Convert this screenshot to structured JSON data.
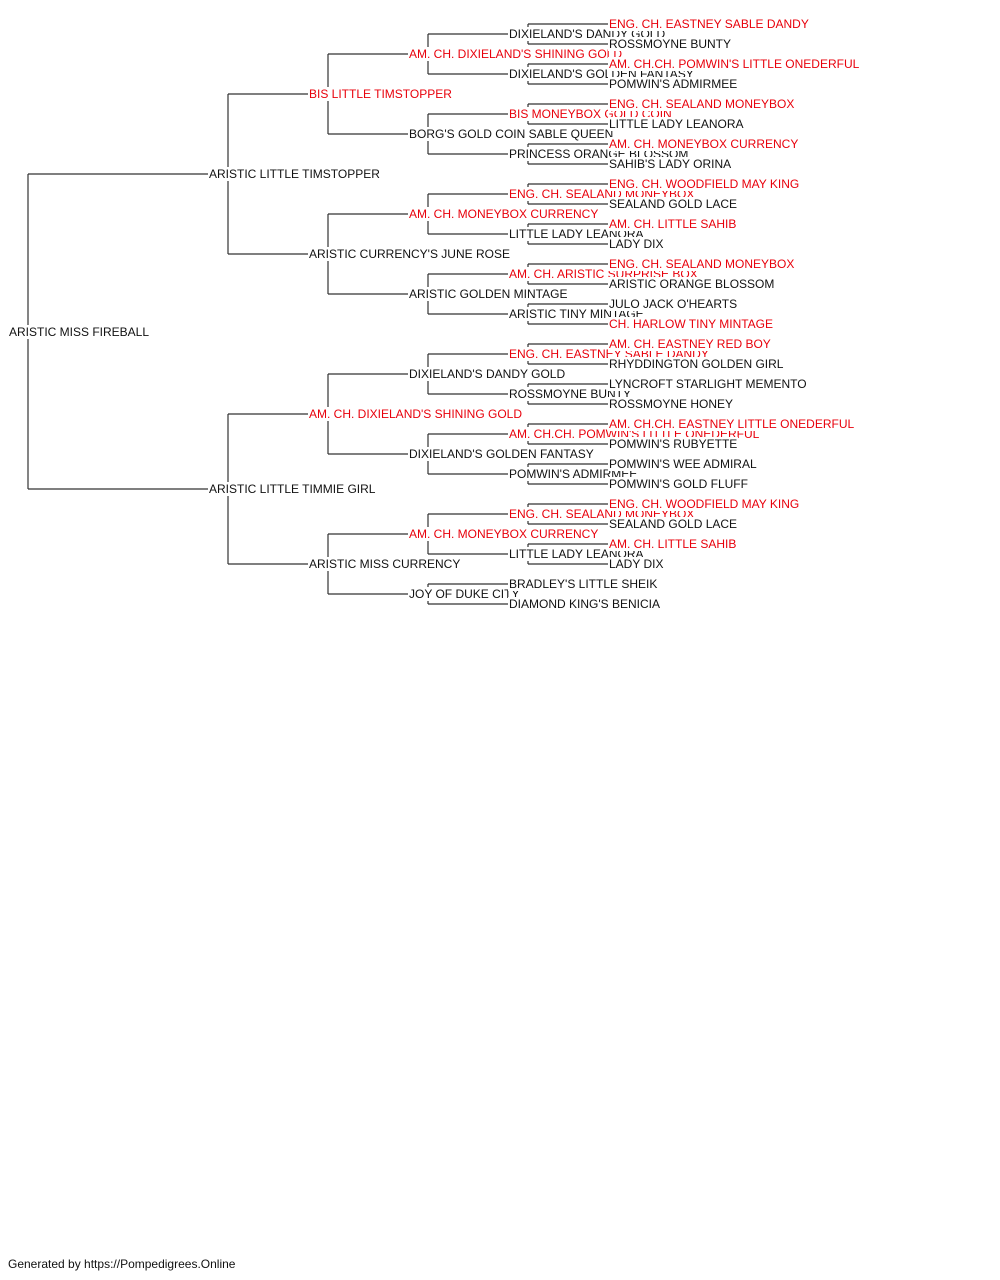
{
  "colors": {
    "champion": "#e8000b",
    "normal": "#111111",
    "line": "#333333"
  },
  "footer": "Generated by https://Pompedigrees.Online",
  "pedigree": {
    "name": "ARISTIC MISS FIREBALL",
    "champion": false,
    "sire": {
      "name": "ARISTIC LITTLE TIMSTOPPER",
      "champion": false,
      "sire": {
        "name": "BIS LITTLE TIMSTOPPER",
        "champion": true,
        "sire": {
          "name": "AM. CH. DIXIELAND'S SHINING GOLD",
          "champion": true,
          "sire": {
            "name": "DIXIELAND'S DANDY GOLD",
            "champion": false,
            "sire": {
              "name": "ENG. CH. EASTNEY SABLE DANDY",
              "champion": true
            },
            "dam": {
              "name": "ROSSMOYNE BUNTY",
              "champion": false
            }
          },
          "dam": {
            "name": "DIXIELAND'S GOLDEN FANTASY",
            "champion": false,
            "sire": {
              "name": "AM. CH.CH. POMWIN'S LITTLE ONEDERFUL",
              "champion": true
            },
            "dam": {
              "name": "POMWIN'S ADMIRMEE",
              "champion": false
            }
          }
        },
        "dam": {
          "name": "BORG'S GOLD COIN SABLE QUEEN",
          "champion": false,
          "sire": {
            "name": "BIS MONEYBOX GOLD COIN",
            "champion": true,
            "sire": {
              "name": "ENG. CH. SEALAND MONEYBOX",
              "champion": true
            },
            "dam": {
              "name": "LITTLE LADY LEANORA",
              "champion": false
            }
          },
          "dam": {
            "name": "PRINCESS ORANGE BLOSSOM",
            "champion": false,
            "sire": {
              "name": "AM. CH. MONEYBOX CURRENCY",
              "champion": true
            },
            "dam": {
              "name": "SAHIB'S LADY ORINA",
              "champion": false
            }
          }
        }
      },
      "dam": {
        "name": "ARISTIC CURRENCY'S JUNE ROSE",
        "champion": false,
        "sire": {
          "name": "AM. CH. MONEYBOX CURRENCY",
          "champion": true,
          "sire": {
            "name": "ENG. CH. SEALAND MONEYBOX",
            "champion": true,
            "sire": {
              "name": "ENG. CH. WOODFIELD MAY KING",
              "champion": true
            },
            "dam": {
              "name": "SEALAND GOLD LACE",
              "champion": false
            }
          },
          "dam": {
            "name": "LITTLE LADY LEANORA",
            "champion": false,
            "sire": {
              "name": "AM. CH. LITTLE SAHIB",
              "champion": true
            },
            "dam": {
              "name": "LADY DIX",
              "champion": false
            }
          }
        },
        "dam": {
          "name": "ARISTIC GOLDEN MINTAGE",
          "champion": false,
          "sire": {
            "name": "AM. CH. ARISTIC SURPRISE BOX",
            "champion": true,
            "sire": {
              "name": "ENG. CH. SEALAND MONEYBOX",
              "champion": true
            },
            "dam": {
              "name": "ARISTIC ORANGE BLOSSOM",
              "champion": false
            }
          },
          "dam": {
            "name": "ARISTIC TINY MINTAGE",
            "champion": false,
            "sire": {
              "name": "JULO JACK O'HEARTS",
              "champion": false
            },
            "dam": {
              "name": "CH. HARLOW TINY MINTAGE",
              "champion": true
            }
          }
        }
      }
    },
    "dam": {
      "name": "ARISTIC LITTLE TIMMIE GIRL",
      "champion": false,
      "sire": {
        "name": "AM. CH. DIXIELAND'S SHINING GOLD",
        "champion": true,
        "sire": {
          "name": "DIXIELAND'S DANDY GOLD",
          "champion": false,
          "sire": {
            "name": "ENG. CH. EASTNEY SABLE DANDY",
            "champion": true,
            "sire": {
              "name": "AM. CH. EASTNEY RED BOY",
              "champion": true
            },
            "dam": {
              "name": "RHYDDINGTON GOLDEN GIRL",
              "champion": false
            }
          },
          "dam": {
            "name": "ROSSMOYNE BUNTY",
            "champion": false,
            "sire": {
              "name": "LYNCROFT STARLIGHT MEMENTO",
              "champion": false
            },
            "dam": {
              "name": "ROSSMOYNE HONEY",
              "champion": false
            }
          }
        },
        "dam": {
          "name": "DIXIELAND'S GOLDEN FANTASY",
          "champion": false,
          "sire": {
            "name": "AM. CH.CH. POMWIN'S LITTLE ONEDERFUL",
            "champion": true,
            "sire": {
              "name": "AM. CH.CH. EASTNEY LITTLE ONEDERFUL",
              "champion": true
            },
            "dam": {
              "name": "POMWIN'S RUBYETTE",
              "champion": false
            }
          },
          "dam": {
            "name": "POMWIN'S ADMIRMEE",
            "champion": false,
            "sire": {
              "name": "POMWIN'S WEE ADMIRAL",
              "champion": false
            },
            "dam": {
              "name": "POMWIN'S GOLD FLUFF",
              "champion": false
            }
          }
        }
      },
      "dam": {
        "name": "ARISTIC MISS CURRENCY",
        "champion": false,
        "sire": {
          "name": "AM. CH. MONEYBOX CURRENCY",
          "champion": true,
          "sire": {
            "name": "ENG. CH. SEALAND MONEYBOX",
            "champion": true,
            "sire": {
              "name": "ENG. CH. WOODFIELD MAY KING",
              "champion": true
            },
            "dam": {
              "name": "SEALAND GOLD LACE",
              "champion": false
            }
          },
          "dam": {
            "name": "LITTLE LADY LEANORA",
            "champion": false,
            "sire": {
              "name": "AM. CH. LITTLE SAHIB",
              "champion": true
            },
            "dam": {
              "name": "LADY DIX",
              "champion": false
            }
          }
        },
        "dam": {
          "name": "JOY OF DUKE CITY",
          "champion": false,
          "sire": {
            "name": "BRADLEY'S LITTLE SHEIK",
            "champion": false
          },
          "dam": {
            "name": "DIAMOND KING'S BENICIA",
            "champion": false
          }
        }
      }
    }
  }
}
